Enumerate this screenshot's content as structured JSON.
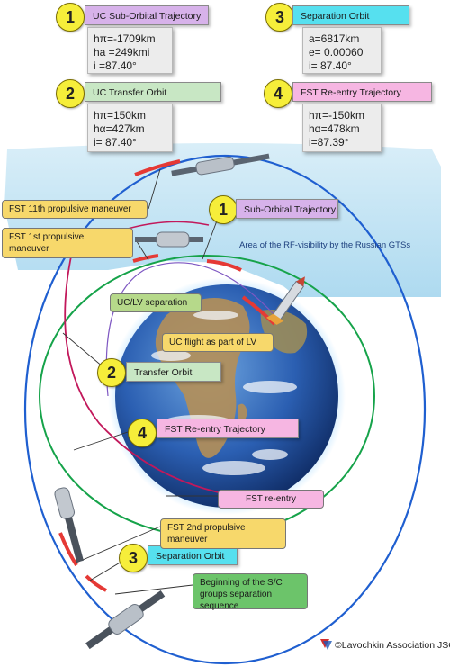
{
  "legend": {
    "items": [
      {
        "number": "1",
        "title": "UC Sub-Orbital Trajectory",
        "params": [
          "hπ=-1709km",
          "ha =249kmi",
          "i =87.40°"
        ],
        "color": "#d7b2ea"
      },
      {
        "number": "3",
        "title": "Separation Orbit",
        "params": [
          "a=6817km",
          "e= 0.00060",
          "i= 87.40°"
        ],
        "color": "#56e0ef"
      },
      {
        "number": "2",
        "title": "UC Transfer Orbit",
        "params": [
          "hπ=150km",
          "hα=427km",
          "i= 87.40°"
        ],
        "color": "#c8e7c4"
      },
      {
        "number": "4",
        "title": "FST Re-entry Trajectory",
        "params": [
          "hπ=-150km",
          "hα=478km",
          "i=87.39°"
        ],
        "color": "#f6b6e2"
      }
    ]
  },
  "diagram": {
    "rf_visibility": "Area of the RF-visibility by the Russian GTSs",
    "orbit_tags": {
      "sub_orbital": {
        "number": "1",
        "label": "Sub-Orbital Trajectory"
      },
      "transfer": {
        "number": "2",
        "label": "Transfer Orbit"
      },
      "reentry": {
        "number": "4",
        "label": "FST Re-entry Trajectory"
      },
      "separation": {
        "number": "3",
        "label": "Separation Orbit"
      }
    },
    "callouts": {
      "fst_11th": "FST 11th propulsive maneuver",
      "fst_1st": "FST 1st propulsive maneuver",
      "uc_lv_separation": "UC/LV separation",
      "uc_flight_lv": "UC flight as part of LV",
      "fst_reentry": "FST re-entry",
      "fst_2nd": "FST 2nd propulsive maneuver",
      "beginning_sep": "Beginning of the S/C groups separation sequence"
    },
    "colors": {
      "separation_orbit": "#1f5fd0",
      "transfer_orbit": "#16a34a",
      "reentry_trajectory": "#c2185b",
      "sub_orbital": "#7e57c2",
      "maneuver": "#e53935",
      "rf_zone": "#a9d8ef"
    }
  },
  "copyright": "©Lavochkin Association JSC"
}
